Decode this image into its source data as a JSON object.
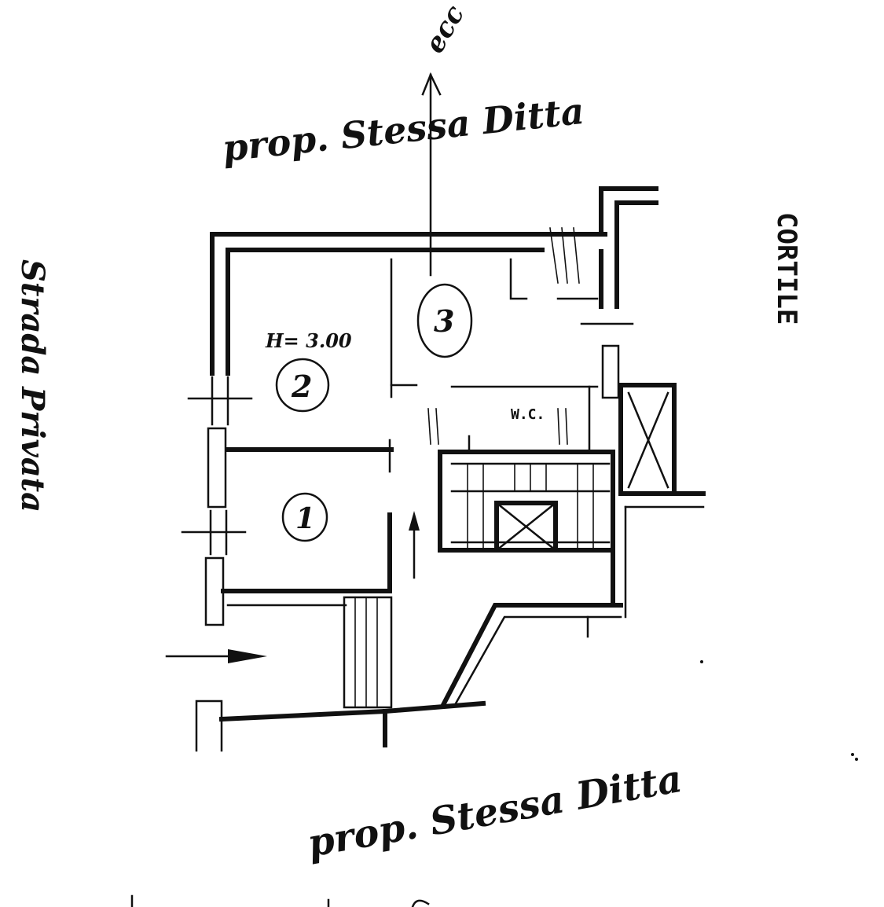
{
  "labels": {
    "top_owner": "prop. Stessa Ditta",
    "bottom_owner": "prop. Stessa Ditta",
    "courtyard": "CORTILE",
    "street": "Strada Privata",
    "height_note": "H= 3.00",
    "wc": "W.C.",
    "top_partial": "ecc"
  },
  "rooms": [
    {
      "id": "room-1",
      "number": "1"
    },
    {
      "id": "room-2",
      "number": "2"
    },
    {
      "id": "room-3",
      "number": "3"
    }
  ],
  "colors": {
    "ink": "#111111",
    "paper": "#ffffff"
  }
}
